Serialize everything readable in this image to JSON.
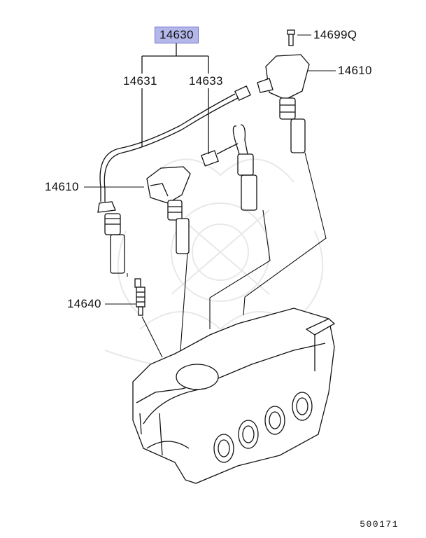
{
  "diagram": {
    "parts": [
      {
        "id": "part-14630",
        "number": "14630",
        "highlighted": true
      },
      {
        "id": "part-14631",
        "number": "14631"
      },
      {
        "id": "part-14633",
        "number": "14633"
      },
      {
        "id": "part-14699q",
        "number": "14699Q"
      },
      {
        "id": "part-14610-right",
        "number": "14610"
      },
      {
        "id": "part-14610-left",
        "number": "14610"
      },
      {
        "id": "part-14640",
        "number": "14640"
      }
    ],
    "figure_id": "500171",
    "highlight_color": "#b4b7ea"
  }
}
